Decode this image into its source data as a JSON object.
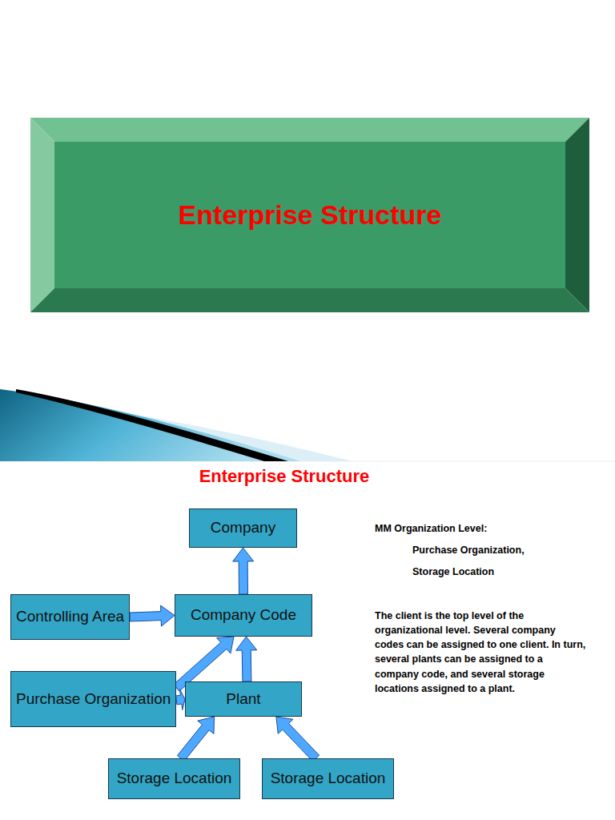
{
  "diagram": {
    "title": "Enterprise Structure",
    "nodes": [
      {
        "text": [
          "Enterprise Structure"
        ]
      },
      {
        "text": [
          "Company"
        ]
      },
      {
        "text": [
          "Controlling Area"
        ]
      },
      {
        "text": [
          "Company Code"
        ]
      },
      {
        "text": [
          "Purchase Organization"
        ]
      },
      {
        "text": [
          "Plant"
        ]
      },
      {
        "text": [
          "Storage Location"
        ]
      },
      {
        "text": [
          "Storage Location"
        ]
      }
    ],
    "edges": [
      {
        "from": 3,
        "to": 1,
        "arrow": "to"
      },
      {
        "from": 2,
        "to": 3,
        "arrow": "to"
      },
      {
        "from": 4,
        "to": 3,
        "arrow": "to"
      },
      {
        "from": 4,
        "to": 5,
        "arrow": "to"
      },
      {
        "from": 5,
        "to": 3,
        "arrow": "to"
      },
      {
        "from": 6,
        "to": 5,
        "arrow": "to"
      },
      {
        "from": 7,
        "to": 5,
        "arrow": "to"
      }
    ],
    "labels": [
      "MM Organization Level:",
      "Purchase Organization,",
      "Storage Location",
      "The client is the top level of the organizational level. Several company codes can be assigned to one client. In turn, several plants can be assigned to a company code, and several storage locations assigned to a plant."
    ]
  }
}
